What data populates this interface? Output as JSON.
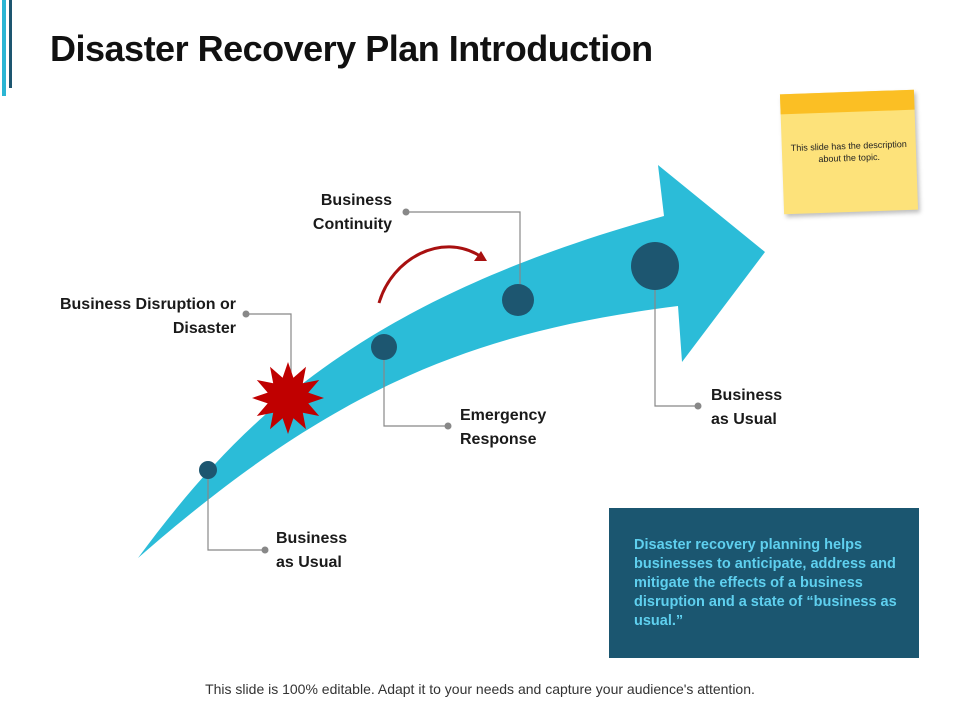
{
  "slide": {
    "title": "Disaster Recovery Plan Introduction",
    "footer": "This slide is 100% editable. Adapt it to your needs and capture your audience's attention."
  },
  "sticky_note": {
    "text": "This slide has the description about the topic."
  },
  "info_box": {
    "text": "Disaster recovery planning helps businesses to anticipate, address and mitigate the effects of a business disruption and a state of “business as usual.”"
  },
  "stages": [
    {
      "line1": "Business",
      "line2": "as Usual"
    },
    {
      "line1": "Business Disruption or",
      "line2": "Disaster"
    },
    {
      "line1": "Emergency",
      "line2": "Response"
    },
    {
      "line1": "Business",
      "line2": "Continuity"
    },
    {
      "line1": "Business",
      "line2": "as Usual"
    }
  ],
  "colors": {
    "arrow": "#2bbcd8",
    "node": "#1d5670",
    "burst": "#c00000",
    "curved_arrow": "#a81010",
    "connector": "#888888",
    "info_box_bg": "#1b5670",
    "info_box_text": "#5fd0ef",
    "note": "#fde27a",
    "note_tape": "#fbbf24"
  }
}
